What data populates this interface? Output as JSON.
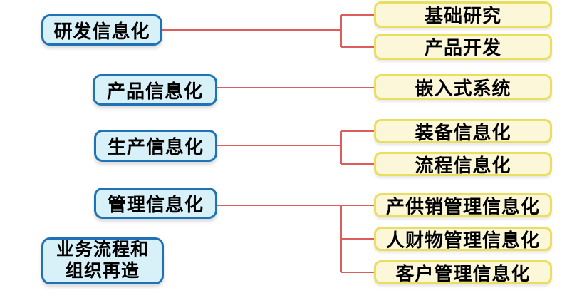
{
  "diagram": {
    "description": "Enterprise informatization hierarchy diagram",
    "colors": {
      "category_fill": "#d8f0f8",
      "category_border": "#1f72b5",
      "leaf_fill": "#fdf7d9",
      "leaf_border": "#eade5e",
      "connector_line": "#dd5c5c",
      "text": "#000000",
      "background": "#ffffff"
    },
    "left_nodes": [
      {
        "id": "rd-informatization",
        "label": "研发信息化"
      },
      {
        "id": "product-informatization",
        "label": "产品信息化"
      },
      {
        "id": "production-informatization",
        "label": "生产信息化"
      },
      {
        "id": "management-informatization",
        "label": "管理信息化"
      },
      {
        "id": "business-process-reengineering",
        "label": "业务流程和\n组织再造"
      }
    ],
    "right_nodes": [
      {
        "id": "basic-research",
        "label": "基础研究",
        "parent": "研发信息化"
      },
      {
        "id": "product-development",
        "label": "产品开发",
        "parent": "研发信息化"
      },
      {
        "id": "embedded-systems",
        "label": "嵌入式系统",
        "parent": "产品信息化"
      },
      {
        "id": "equipment-informatization",
        "label": "装备信息化",
        "parent": "生产信息化"
      },
      {
        "id": "process-informatization",
        "label": "流程信息化",
        "parent": "生产信息化"
      },
      {
        "id": "production-supply-sales-mgmt",
        "label": "产供销管理信息化",
        "parent": "管理信息化"
      },
      {
        "id": "hr-finance-material-mgmt",
        "label": "人财物管理信息化",
        "parent": "管理信息化"
      },
      {
        "id": "customer-mgmt",
        "label": "客户管理信息化",
        "parent": "管理信息化"
      }
    ]
  }
}
